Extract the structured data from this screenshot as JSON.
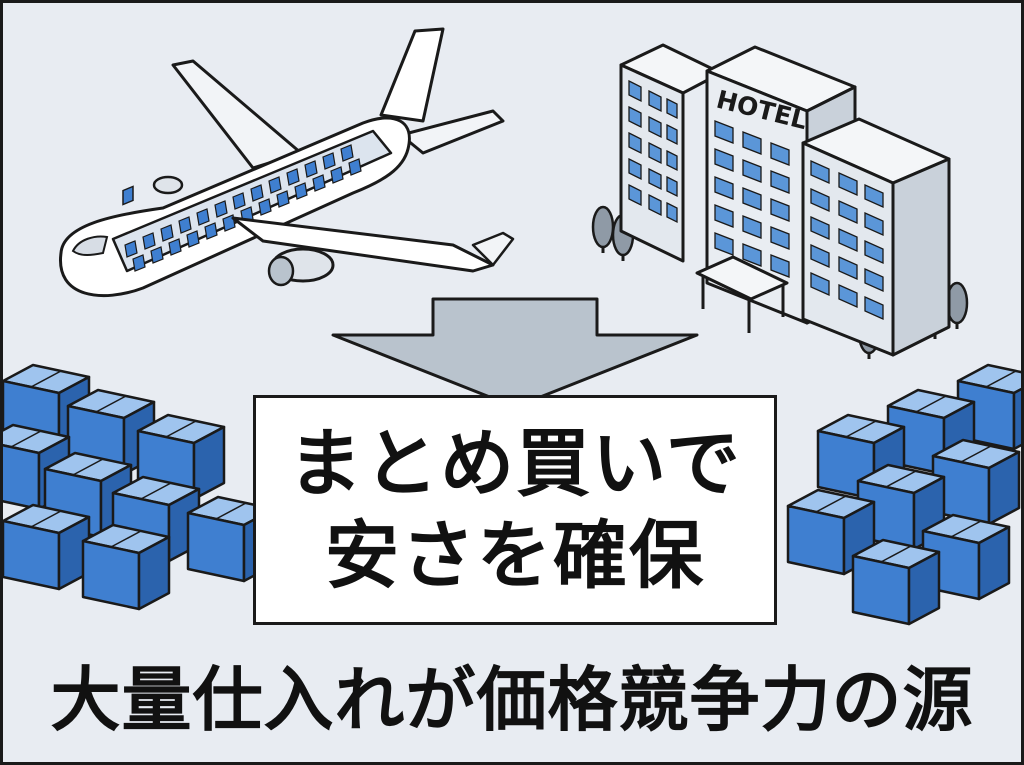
{
  "hotel_sign": "HOTEL",
  "headline": {
    "line1": "まとめ買いで",
    "line2": "安さを確保"
  },
  "footer": "大量仕入れが価格競争力の源",
  "colors": {
    "background": "#e8ecf2",
    "box_blue": "#3f7fd0",
    "arrow_gray": "#b9c3cd",
    "outline": "#1a1a1a"
  },
  "icons": [
    "airplane-icon",
    "hotel-building-icon",
    "down-arrow-icon",
    "cardboard-box-icon",
    "tree-icon"
  ]
}
